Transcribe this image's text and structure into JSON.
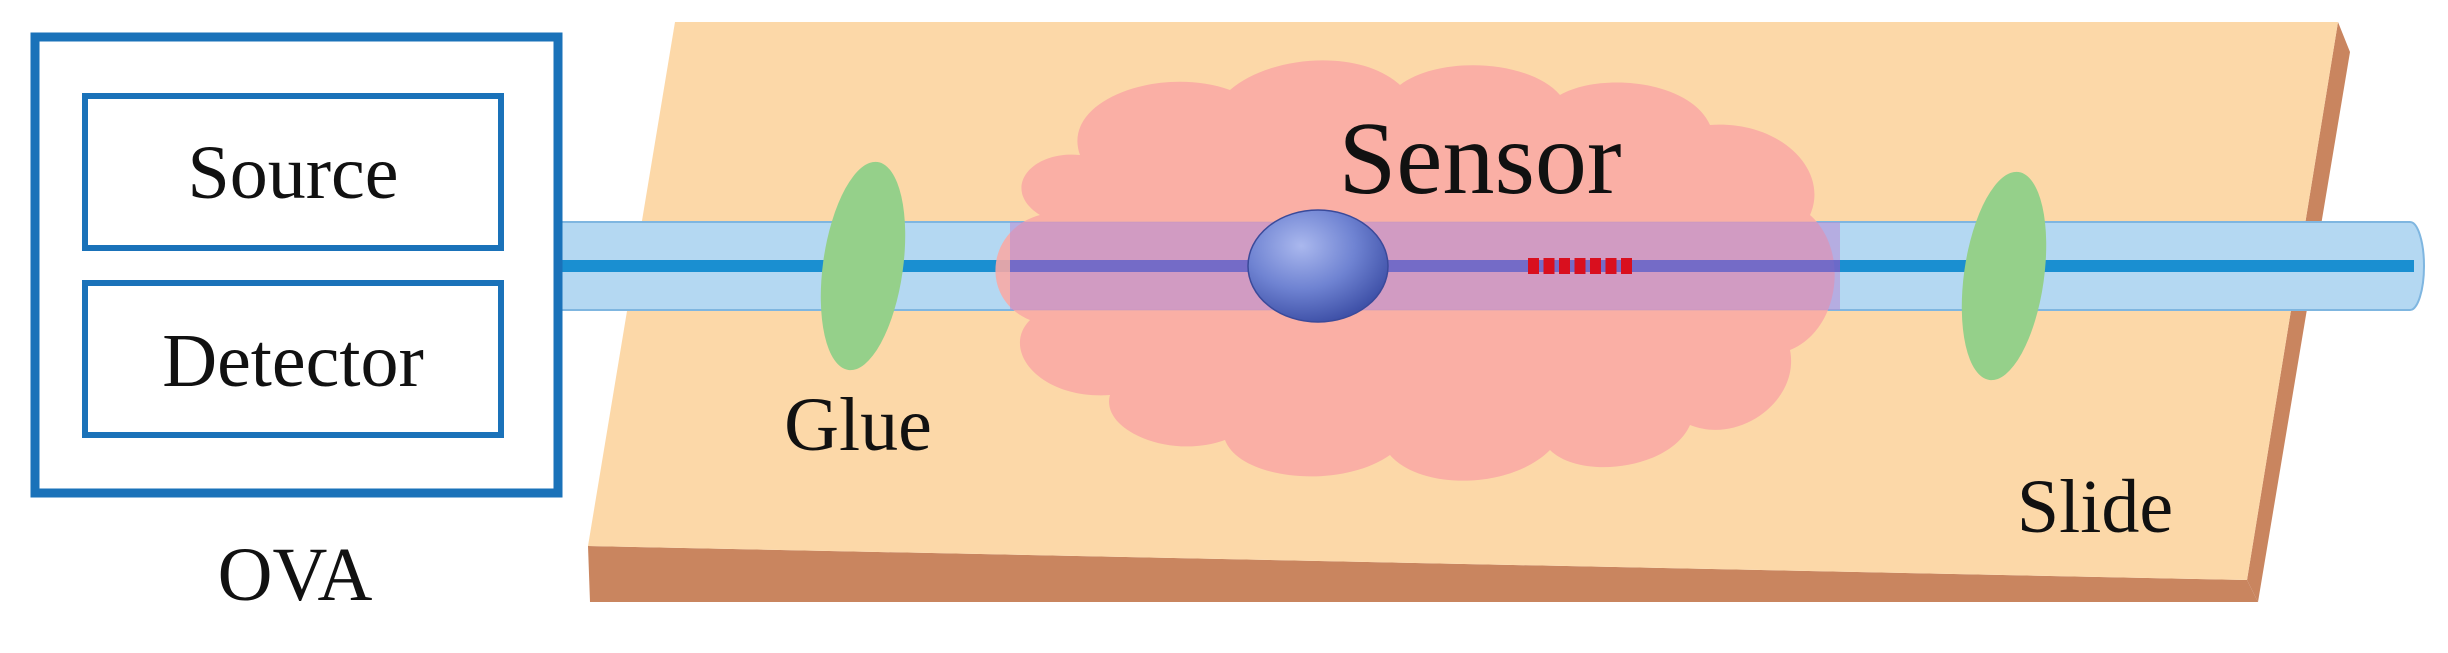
{
  "labels": {
    "source": "Source",
    "detector": "Detector",
    "ova": "OVA",
    "sensor": "Sensor",
    "glue": "Glue",
    "slide": "Slide"
  },
  "grating": {
    "segment_count": 7
  },
  "colors": {
    "ova_border": "#1a72b9",
    "slide_top": "#fcd8a8",
    "slide_edge": "#c9855f",
    "sensor_cloud": "#f9a8a4",
    "fiber_cladding": "#b4d8f2",
    "fiber_core": "#1a8fd1",
    "glue": "#95d08a",
    "sphere": "#6f83d2",
    "grating": "#d90f1e"
  }
}
